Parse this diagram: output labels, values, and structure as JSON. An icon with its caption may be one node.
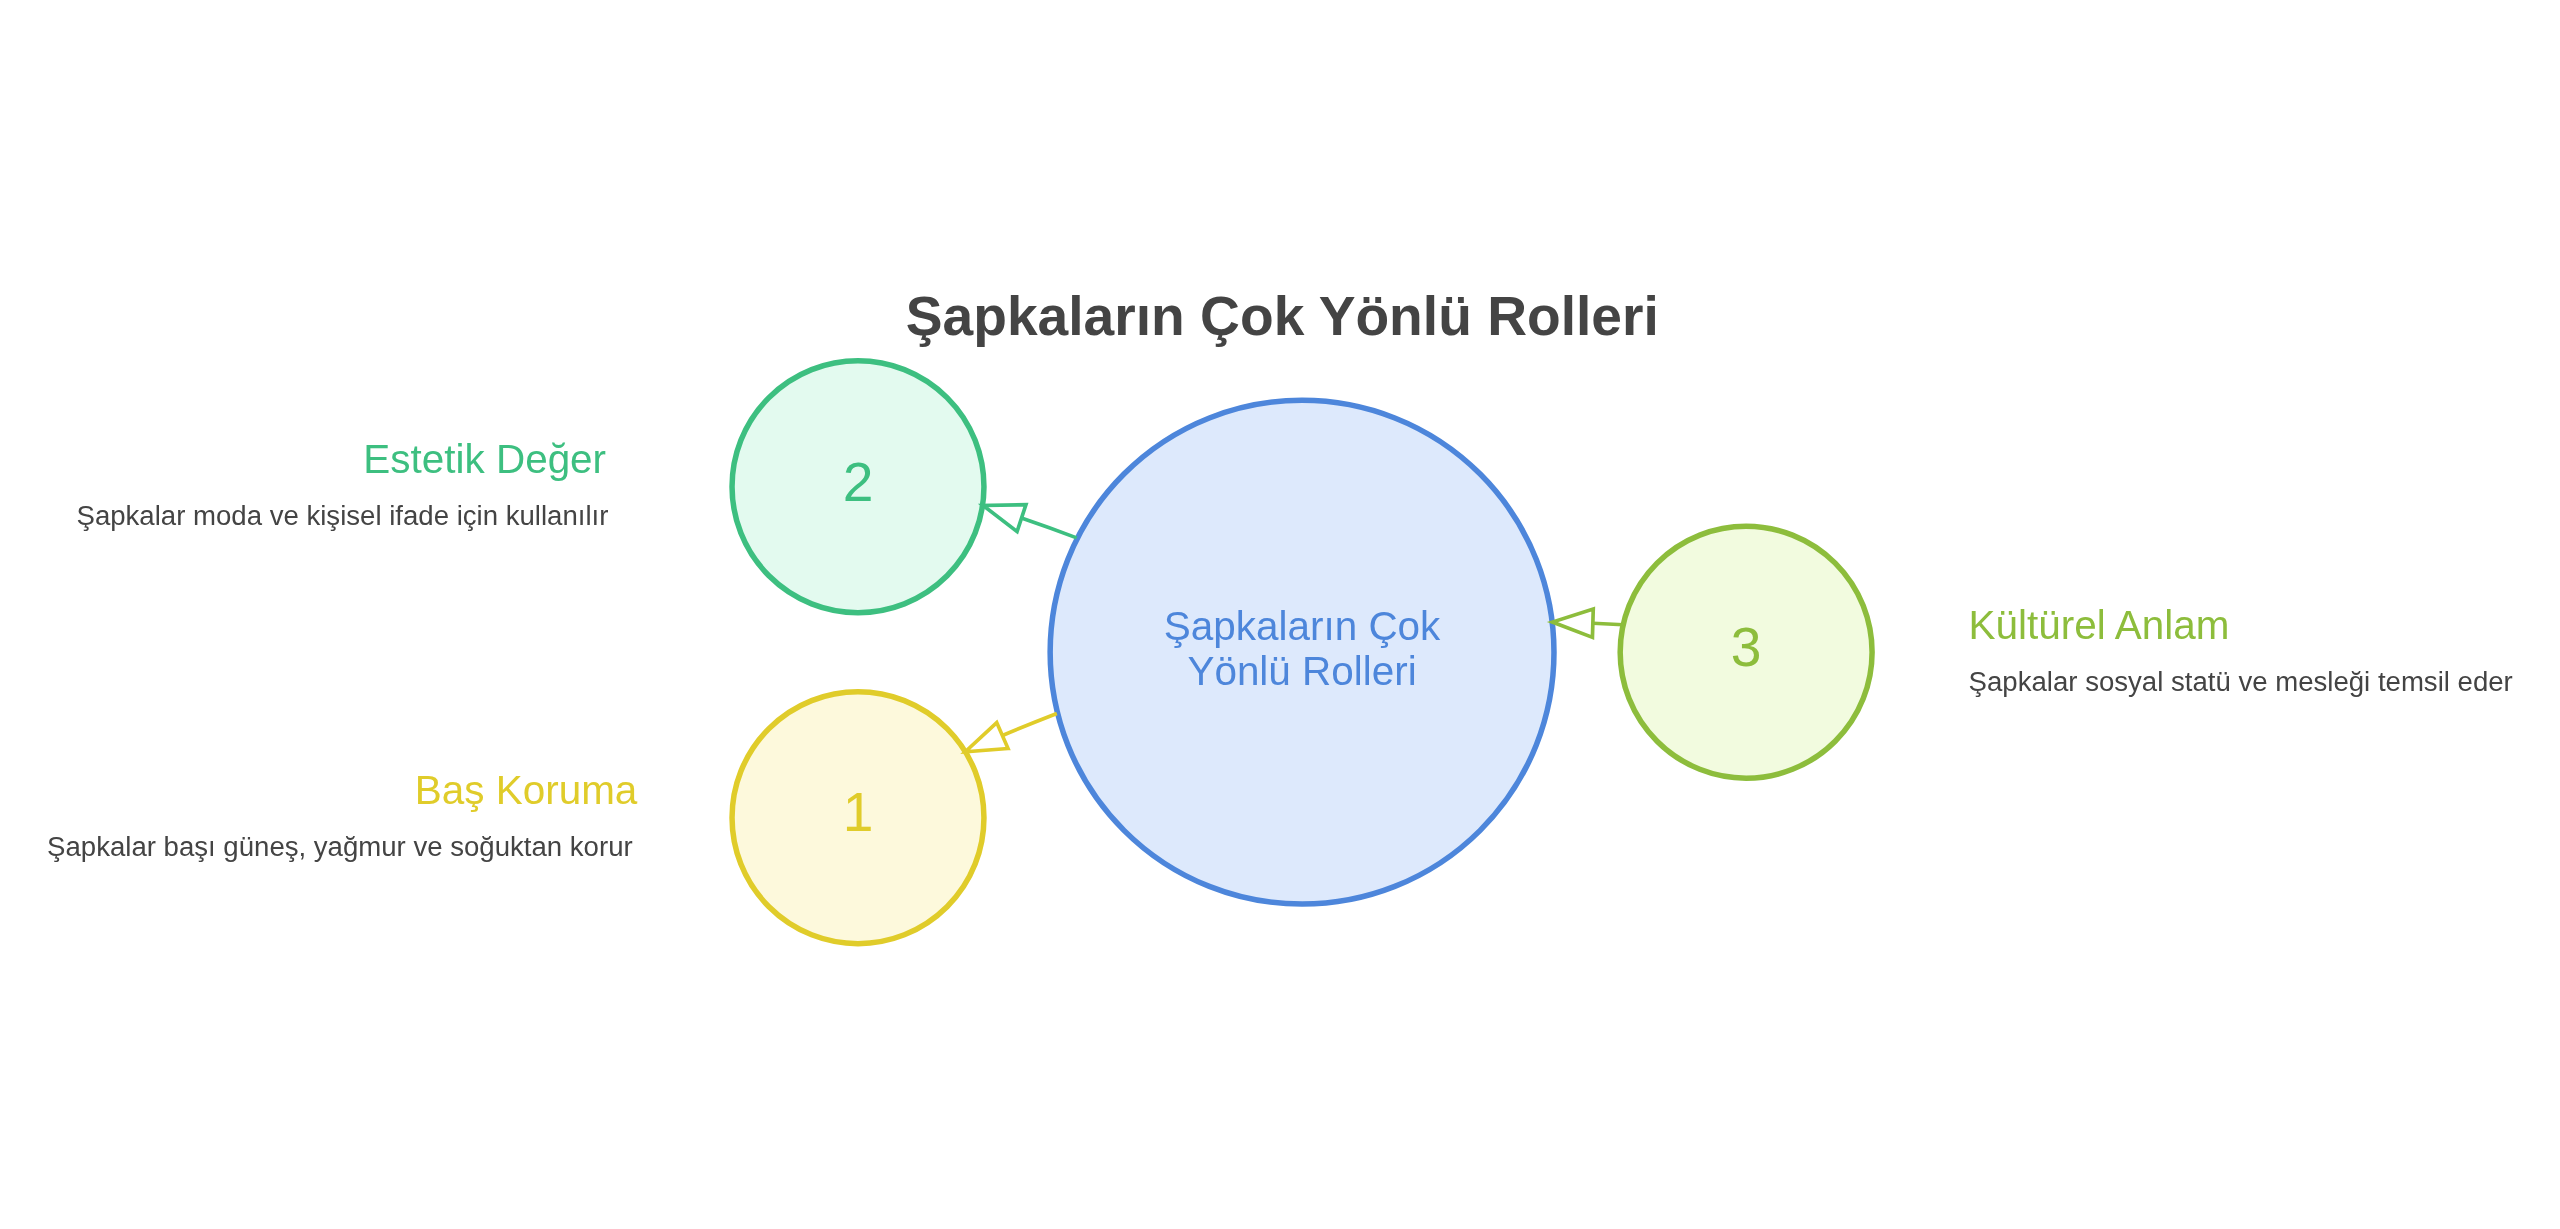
{
  "diagram": {
    "title": "Şapkaların Çok Yönlü Rolleri",
    "nodes": [
      {
        "text": [
          "2"
        ],
        "beside": [
          "Estetik Değer",
          "Şapkalar moda ve kişisel ifade için kullanılır"
        ]
      },
      {
        "text": [
          "1"
        ],
        "beside": [
          "Baş Koruma",
          "Şapkalar başı güneş, yağmur ve soğuktan korur"
        ]
      },
      {
        "text": [
          "Şapkaların Çok Yönlü Rolleri"
        ]
      },
      {
        "text": [
          "3"
        ],
        "beside": [
          "Kültürel Anlam",
          "Şapkalar sosyal statü ve mesleği temsil eder"
        ]
      }
    ],
    "edges": [
      {
        "from": 2,
        "to": 0,
        "arrow": "to",
        "color": "#3dbf80"
      },
      {
        "from": 2,
        "to": 1,
        "arrow": "to",
        "color": "#e0cc2a"
      },
      {
        "from": 3,
        "to": 2,
        "arrow": "to",
        "color": "#8dbd3c"
      }
    ]
  }
}
